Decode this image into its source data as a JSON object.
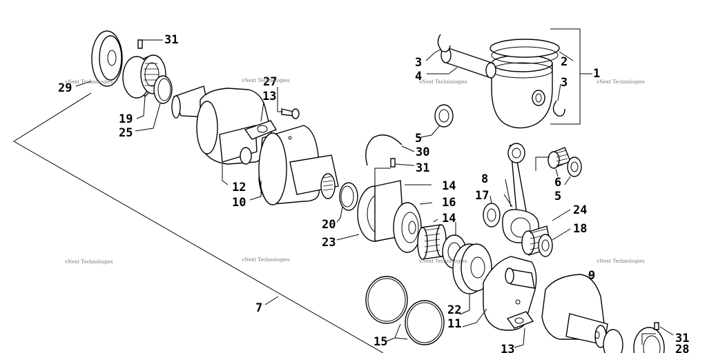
{
  "diagram": {
    "callouts": [
      {
        "id": "c1",
        "label": "1"
      },
      {
        "id": "c2",
        "label": "2"
      },
      {
        "id": "c3a",
        "label": "3"
      },
      {
        "id": "c3b",
        "label": "3"
      },
      {
        "id": "c4",
        "label": "4"
      },
      {
        "id": "c5a",
        "label": "5"
      },
      {
        "id": "c5b",
        "label": "5"
      },
      {
        "id": "c6",
        "label": "6"
      },
      {
        "id": "c7",
        "label": "7"
      },
      {
        "id": "c8",
        "label": "8"
      },
      {
        "id": "c9",
        "label": "9"
      },
      {
        "id": "c10",
        "label": "10"
      },
      {
        "id": "c11",
        "label": "11"
      },
      {
        "id": "c12",
        "label": "12"
      },
      {
        "id": "c13a",
        "label": "13"
      },
      {
        "id": "c13b",
        "label": "13"
      },
      {
        "id": "c14a",
        "label": "14"
      },
      {
        "id": "c14b",
        "label": "14"
      },
      {
        "id": "c15",
        "label": "15"
      },
      {
        "id": "c16",
        "label": "16"
      },
      {
        "id": "c17",
        "label": "17"
      },
      {
        "id": "c18",
        "label": "18"
      },
      {
        "id": "c19",
        "label": "19"
      },
      {
        "id": "c20",
        "label": "20"
      },
      {
        "id": "c22",
        "label": "22"
      },
      {
        "id": "c23",
        "label": "23"
      },
      {
        "id": "c24",
        "label": "24"
      },
      {
        "id": "c25",
        "label": "25"
      },
      {
        "id": "c27",
        "label": "27"
      },
      {
        "id": "c28",
        "label": "28"
      },
      {
        "id": "c29",
        "label": "29"
      },
      {
        "id": "c30",
        "label": "30"
      },
      {
        "id": "c31a",
        "label": "31"
      },
      {
        "id": "c31b",
        "label": "31"
      },
      {
        "id": "c31c",
        "label": "31"
      }
    ],
    "watermark": "vNext Technologies"
  }
}
